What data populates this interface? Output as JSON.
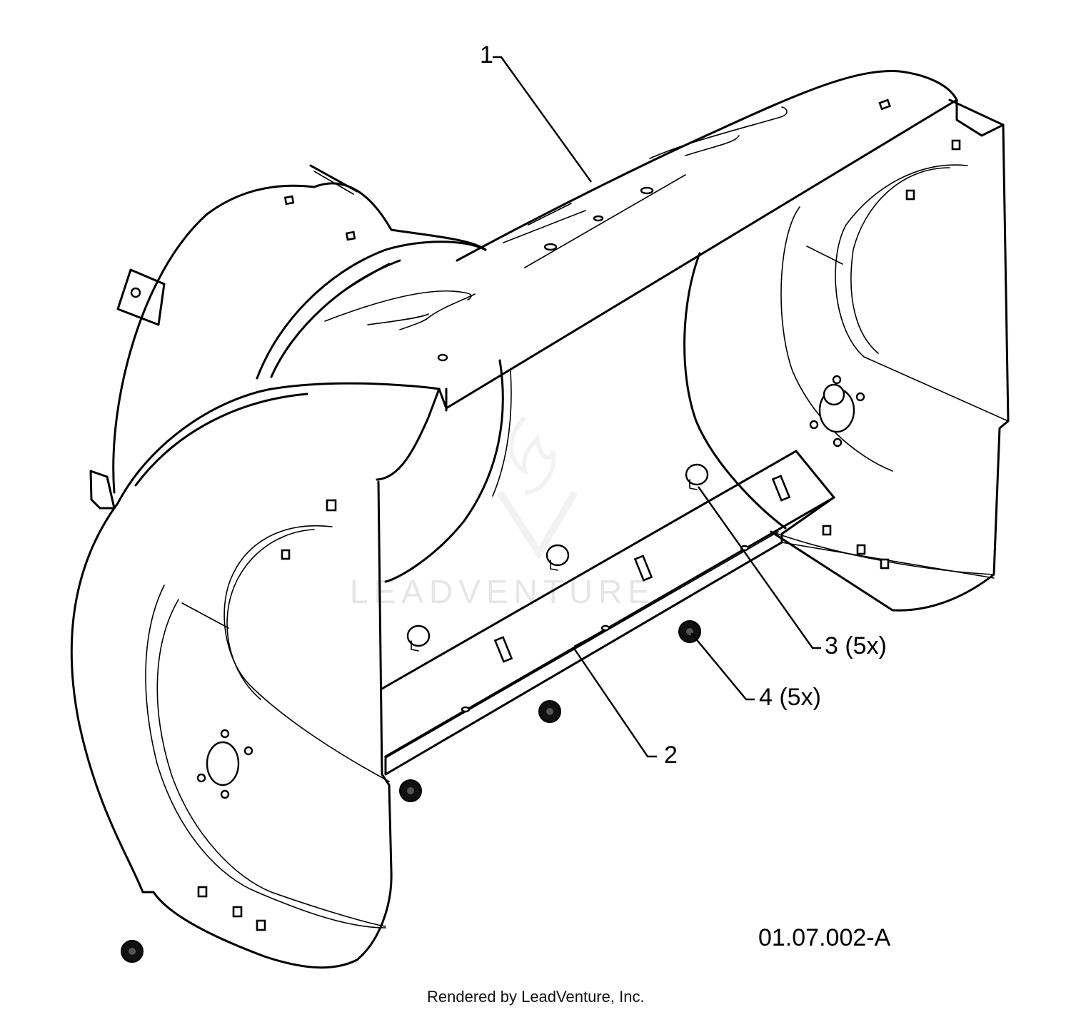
{
  "callouts": {
    "c1": "1",
    "c2": "2",
    "c3": "3 (5x)",
    "c4": "4 (5x)"
  },
  "figure_id": "01.07.002-A",
  "footer": "Rendered by LeadVenture, Inc.",
  "watermark": "LEADVENTURE"
}
